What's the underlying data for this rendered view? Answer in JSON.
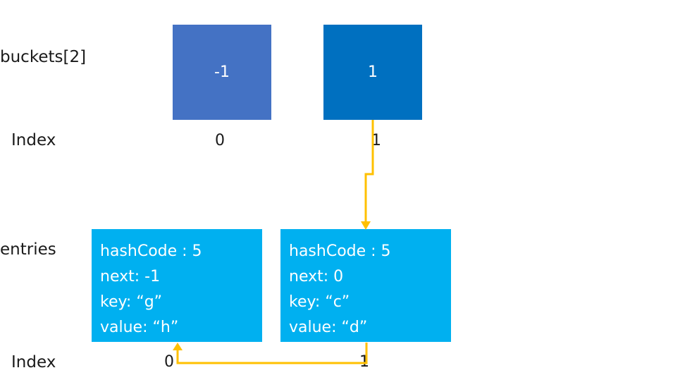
{
  "row_labels": {
    "buckets": "buckets[2]",
    "bucket_index": "Index",
    "entries": "entries",
    "entry_index": "Index"
  },
  "buckets": [
    {
      "value": "-1",
      "index": "0",
      "color": "#4472c4"
    },
    {
      "value": "1",
      "index": "1",
      "color": "#0070c0"
    }
  ],
  "entries": [
    {
      "hashCode": "hashCode : 5",
      "next": "next: -1",
      "key": "key: “g”",
      "value": "value: “h”",
      "index": "0"
    },
    {
      "hashCode": "hashCode : 5",
      "next": "next: 0",
      "key": "key: “c”",
      "value": "value: “d”",
      "index": "1"
    }
  ],
  "colors": {
    "entry_box": "#00b0f0",
    "arrow": "#ffc000"
  }
}
